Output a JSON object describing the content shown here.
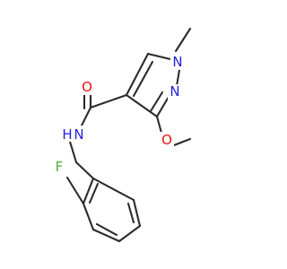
{
  "molecule": {
    "colors": {
      "bond": "#2b2b2b",
      "carbon": "#2b2b2b",
      "nitrogen": "#2222dd",
      "oxygen": "#ee1111",
      "fluorine": "#55aa33"
    },
    "labels": {
      "n1": "N",
      "n2": "N",
      "n_amide": "N",
      "h_amide": "H",
      "o_carbonyl": "O",
      "o_methoxy": "O",
      "fluorine": "F"
    }
  }
}
